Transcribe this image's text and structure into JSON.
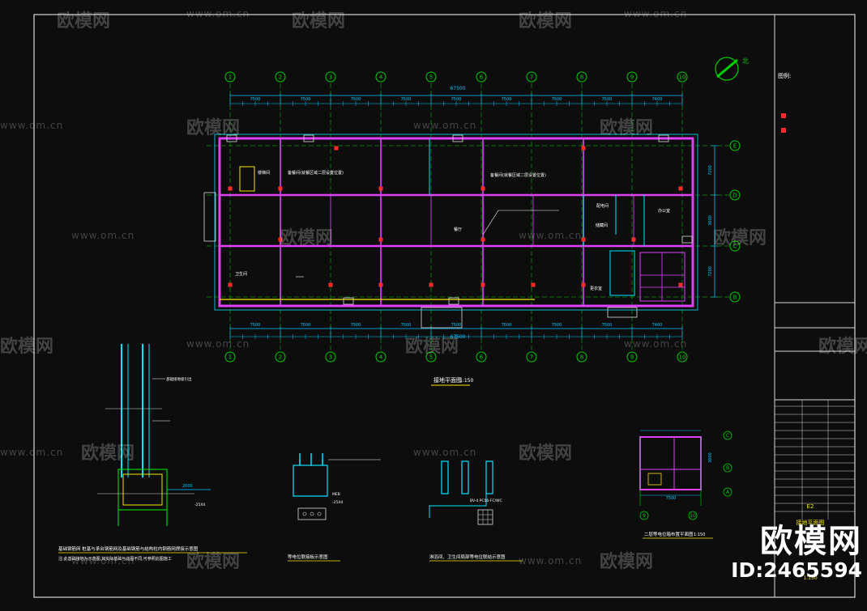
{
  "drawing": {
    "main_plan_title": "接地平面图",
    "main_plan_scale": "1:150",
    "second_plan_title": "二层等电位箱布置平面图",
    "second_plan_scale": "1:150",
    "foundation_detail_title": "基础钢筋网 桩基与承台钢筋网及基础钢筋与结构柱内钢筋网焊接示意图",
    "foundation_note": "注:此基础接地为示意图,如实际基础与此图不同,可参照此图施工",
    "equipotential_detail_title": "等电位联接板示意图",
    "bathroom_detail_title": "淋浴间、卫生间局部等电位联结示意图",
    "north_label": "北",
    "legend_title": "图例:",
    "grid_numbers": [
      "1",
      "2",
      "3",
      "4",
      "5",
      "6",
      "7",
      "8",
      "9",
      "10"
    ],
    "grid_letters": [
      "E",
      "D",
      "C",
      "B"
    ],
    "top_spans": [
      "7500",
      "7500",
      "7500",
      "7500",
      "7500",
      "7500",
      "7500",
      "7500",
      "7400"
    ],
    "total_length": "67500",
    "side_dims": [
      "7200",
      "3600",
      "7200"
    ],
    "rooms": {
      "storage_left": "备餐间(就餐区域二层设置位置)",
      "storage_right": "备餐间(就餐区域二层设置位置)",
      "dining": "餐厅",
      "stair_left": "楼梯间",
      "room_a": "配电间",
      "room_b": "储藏间",
      "room_c": "办公室",
      "room_d": "卫生间",
      "room_e": "更衣室"
    },
    "detail_labels": {
      "plate": "-25X4",
      "plate2": "-25X4",
      "pipe": "BV-4 PC16-FC/WC",
      "dim_2000": "2000",
      "ground_note": "基础接地极引出",
      "box_note": "MEB"
    },
    "second_plan_dims": [
      "7500",
      "3600"
    ],
    "second_plan_letters": [
      "C",
      "B",
      "A"
    ],
    "second_plan_numbers": [
      "9",
      "10"
    ]
  },
  "watermarks": {
    "brand": "欧模网",
    "url": "www.om.cn"
  },
  "corner_brand": {
    "name": "欧模网",
    "id": "ID:2465594"
  },
  "title_block": {
    "sheet_no": "E2",
    "name_text": "接地平面图",
    "scale_text": "1:150"
  },
  "colors": {
    "background": "#0d0d0d",
    "wall": "#e040ff",
    "grid": "#00d000",
    "dim": "#00c8ff",
    "red": "#ff2a2a",
    "yellow": "#f5e600",
    "frame": "#d8d8d8",
    "cyan": "#00e5ff"
  }
}
